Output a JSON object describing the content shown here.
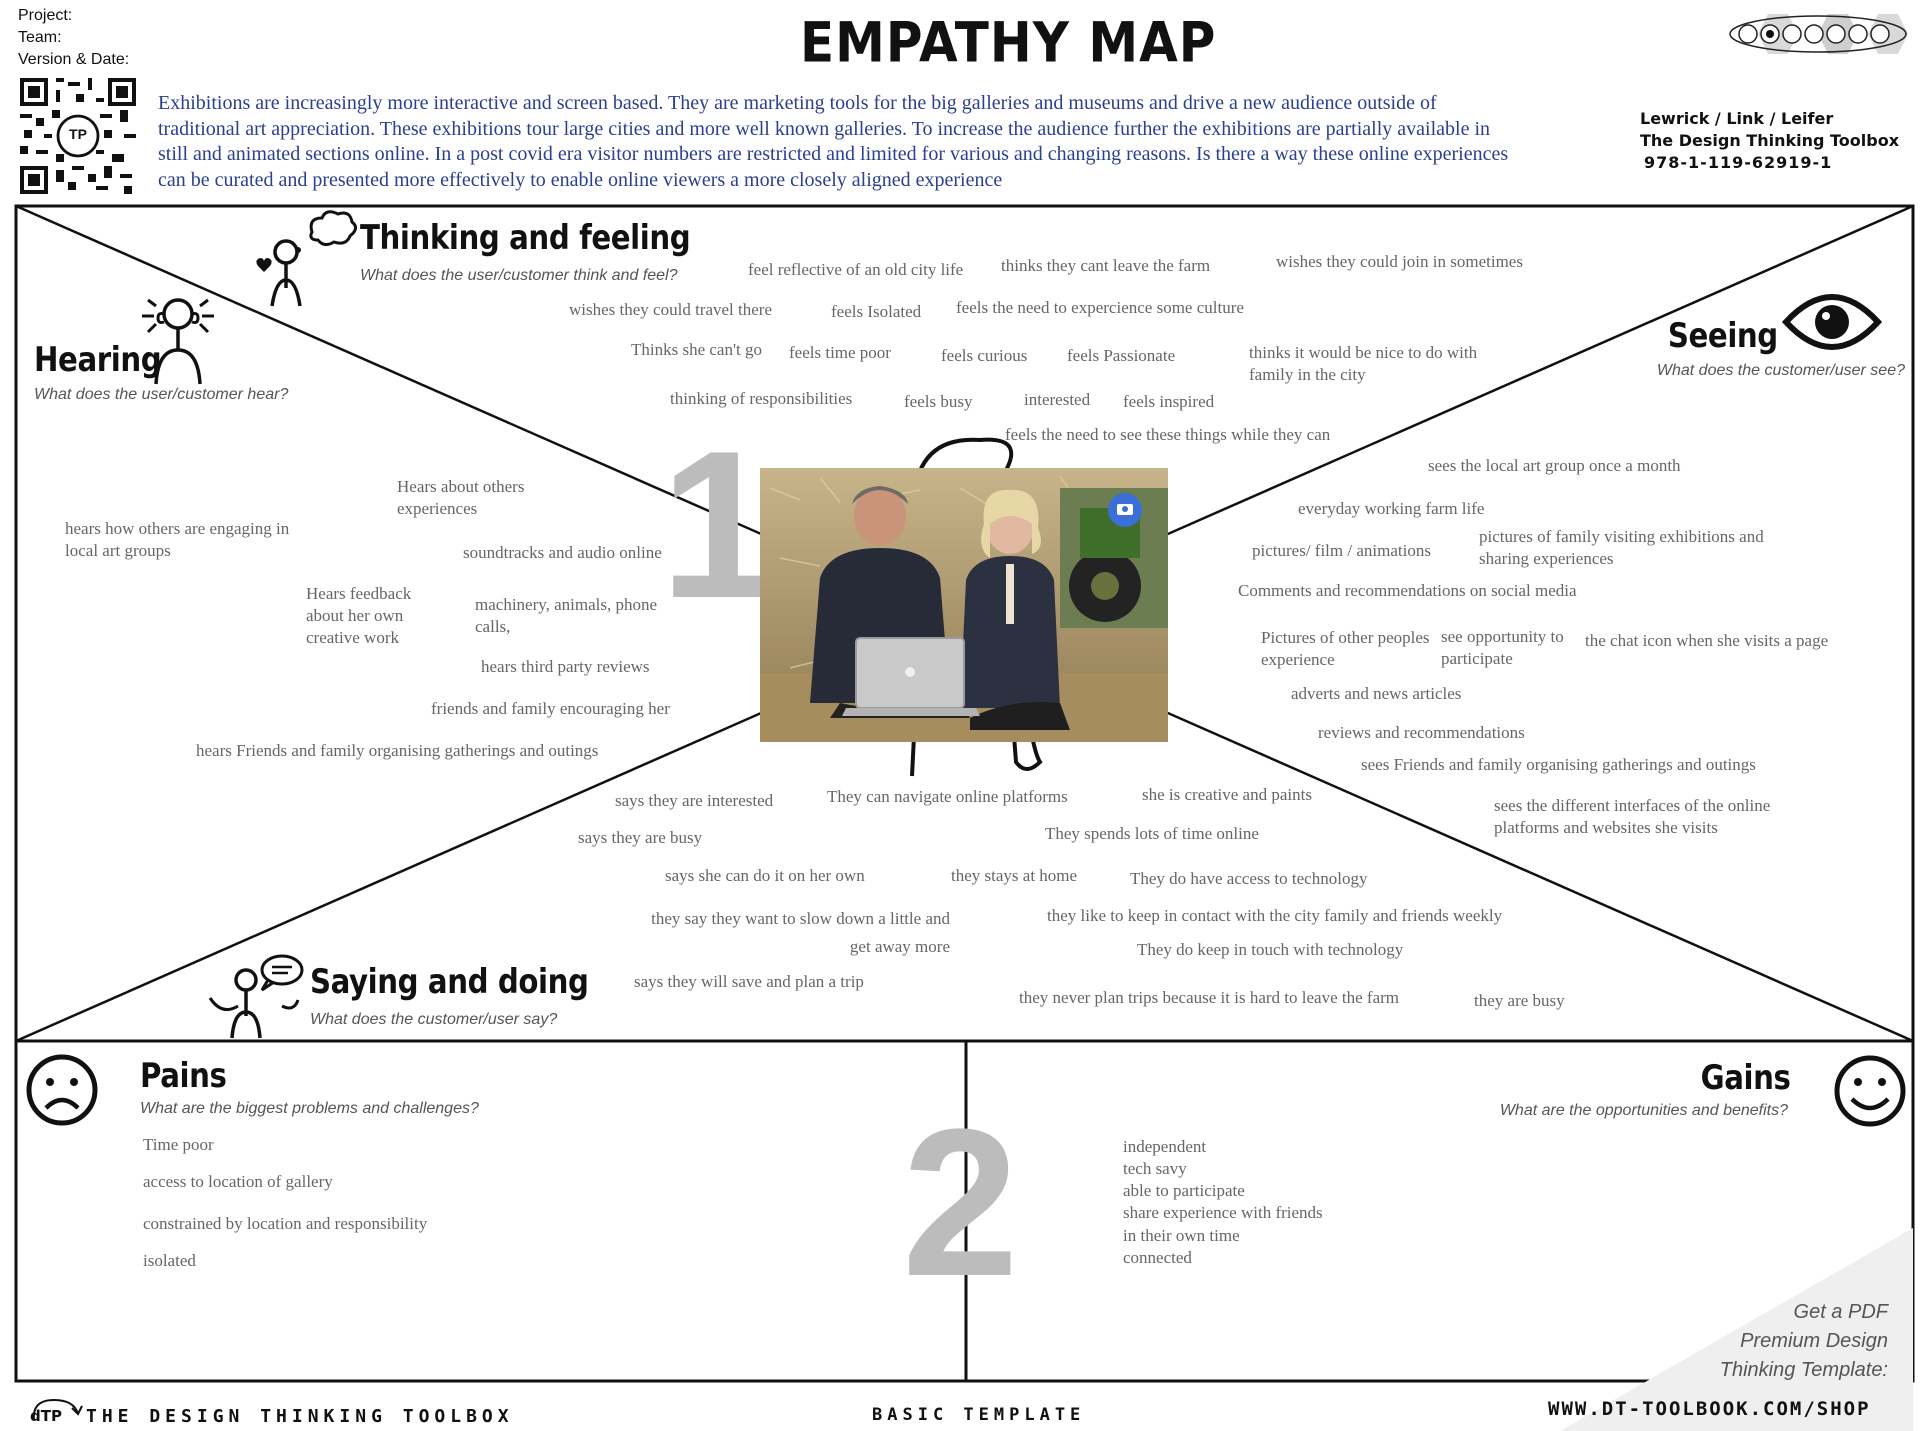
{
  "header": {
    "project_label": "Project:",
    "team_label": "Team:",
    "version_label": "Version & Date:",
    "title": "EMPATHY MAP",
    "intro": "Exhibitions are increasingly more interactive and screen based. They are marketing tools for the big galleries and museums and drive a new audience outside of traditional art appreciation. These exhibitions tour large cities and more well known galleries. To increase the audience further the exhibitions are partially available in still and animated sections online. In a post covid era visitor numbers are restricted and limited for various and changing reasons. Is there a way these online experiences can be curated and presented more effectively to enable online viewers a more closely aligned experience",
    "authors": "Lewrick / Link / Leifer",
    "book": "The Design Thinking Toolbox",
    "isbn": "978-1-119-62919-1"
  },
  "sections": {
    "thinking": {
      "title": "Thinking and feeling",
      "question": "What does the user/customer think and feel?"
    },
    "hearing": {
      "title": "Hearing",
      "question": "What does the user/customer hear?"
    },
    "seeing": {
      "title": "Seeing",
      "question": "What does the customer/user see?"
    },
    "saying": {
      "title": "Saying and doing",
      "question": "What does the customer/user say?"
    },
    "pains": {
      "title": "Pains",
      "question": "What are the biggest problems and challenges?"
    },
    "gains": {
      "title": "Gains",
      "question": "What are the opportunities and benefits?"
    }
  },
  "numbers": {
    "one": "1",
    "two": "2"
  },
  "thinking_notes": [
    "feel reflective of an old city life",
    "thinks they cant leave the farm",
    "wishes they could join in sometimes",
    "wishes they could travel there",
    "feels Isolated",
    "feels the need to expercience some culture",
    "Thinks she can't go",
    "feels time poor",
    "feels curious",
    "feels Passionate",
    "thinks it would be nice to do with family in the city",
    "thinking of responsibilities",
    "feels busy",
    "interested",
    "feels inspired",
    "feels the need to see these things while they can"
  ],
  "hearing_notes": [
    "Hears about others experiences",
    "hears how others are engaging in local art groups",
    "soundtracks and audio online",
    "Hears feedback about her own creative work",
    "machinery, animals, phone calls,",
    "hears third party reviews",
    "friends and family encouraging her",
    "hears Friends and family organising gatherings and outings"
  ],
  "seeing_notes": [
    "sees the local art group once a month",
    "everyday working farm life",
    "pictures/ film / animations",
    "pictures of family visiting exhibitions and sharing experiences",
    "Comments and recommendations on social media",
    "Pictures of other peoples experience",
    "see opportunity to participate",
    "the chat icon when she visits a page",
    "adverts and news articles",
    "reviews and recommendations",
    "sees Friends and family organising gatherings and outings",
    "sees the different interfaces of the online platforms and websites she visits"
  ],
  "saying_notes": [
    "says they are  interested",
    "They can navigate online platforms",
    "she is creative and paints",
    "says they are busy",
    "They spends lots of time online",
    "says she can do it on her own",
    "they stays at home",
    "They do have access to technology",
    "they say they want to slow down a little and get away more",
    "they like to keep in contact with the city family and friends weekly",
    "They do keep in touch with technology",
    "says they will save and plan a trip",
    "they never plan trips because it is hard to leave the farm",
    "they are busy"
  ],
  "pains_notes": [
    "Time poor",
    "access to location of gallery",
    "constrained by location and responsibility",
    "isolated"
  ],
  "gains_notes": [
    "independent",
    "tech savy",
    "able to participate",
    "share experience with friends",
    "in their own time",
    "connected"
  ],
  "footer": {
    "brand_mark": "dTP",
    "toolbox": "THE DESIGN THINKING TOOLBOX",
    "template": "BASIC TEMPLATE",
    "promo_line1": "Get a PDF",
    "promo_line2": "Premium Design",
    "promo_line3": "Thinking Template:",
    "url": "WWW.DT-TOOLBOOK.COM/SHOP"
  },
  "qr_badge": "TP",
  "colors": {
    "intro_text": "#2a3f8f",
    "digit_gray": "#bcbcbc",
    "note_gray": "#666666",
    "camera_blue": "#2f6fe0"
  }
}
